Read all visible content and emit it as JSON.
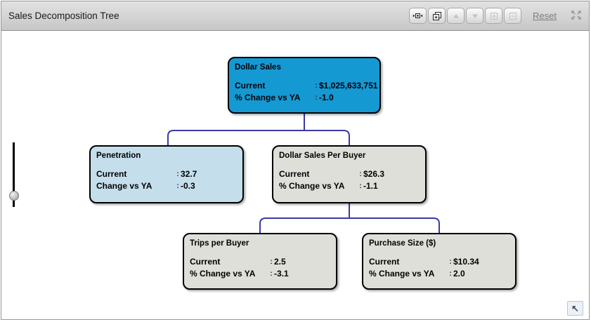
{
  "window": {
    "title": "Sales Decomposition Tree"
  },
  "toolbar": {
    "reset_label": "Reset",
    "buttons": [
      {
        "id": "fit-width",
        "icon": "fit-width-icon",
        "enabled": true
      },
      {
        "id": "cascade-windows",
        "icon": "cascade-windows-icon",
        "enabled": true
      },
      {
        "id": "collapse-level",
        "icon": "arrow-up-icon",
        "enabled": false
      },
      {
        "id": "expand-level",
        "icon": "arrow-down-icon",
        "enabled": false
      },
      {
        "id": "zoom-in",
        "icon": "plus-box-icon",
        "enabled": false
      },
      {
        "id": "zoom-out",
        "icon": "minus-box-icon",
        "enabled": false
      }
    ],
    "fullscreen_icon": "expand-corners-icon"
  },
  "colors": {
    "node_blue": "#1499d3",
    "node_light_blue": "#c5deeb",
    "node_gray": "#dfdfda",
    "connector": "#3a3aa5",
    "header_top": "#e2e2e2",
    "header_bottom": "#c7c7c7"
  },
  "tree": {
    "separator": ":",
    "nodes": [
      {
        "title": "Dollar Sales",
        "color": "#1499d3",
        "rows": [
          {
            "label": "Current",
            "value": "$1,025,633,751"
          },
          {
            "label": "% Change vs YA",
            "value": "-1.0"
          }
        ]
      },
      {
        "title": "Penetration",
        "color": "#c5deeb",
        "rows": [
          {
            "label": "Current",
            "value": "32.7"
          },
          {
            "label": "Change vs YA",
            "value": "-0.3"
          }
        ]
      },
      {
        "title": "Dollar Sales Per Buyer",
        "color": "#dfdfda",
        "rows": [
          {
            "label": "Current",
            "value": "$26.3"
          },
          {
            "label": "% Change vs YA",
            "value": "-1.1"
          }
        ]
      },
      {
        "title": "Trips per Buyer",
        "color": "#dfdfda",
        "rows": [
          {
            "label": "Current",
            "value": "2.5"
          },
          {
            "label": "% Change vs YA",
            "value": "-3.1"
          }
        ]
      },
      {
        "title": "Purchase Size ($)",
        "color": "#dfdfda",
        "rows": [
          {
            "label": "Current",
            "value": "$10.34"
          },
          {
            "label": "% Change vs YA",
            "value": "2.0"
          }
        ]
      }
    ]
  },
  "footer": {
    "restore_icon": "arrow-up-left-icon",
    "restore_glyph": "↖"
  }
}
